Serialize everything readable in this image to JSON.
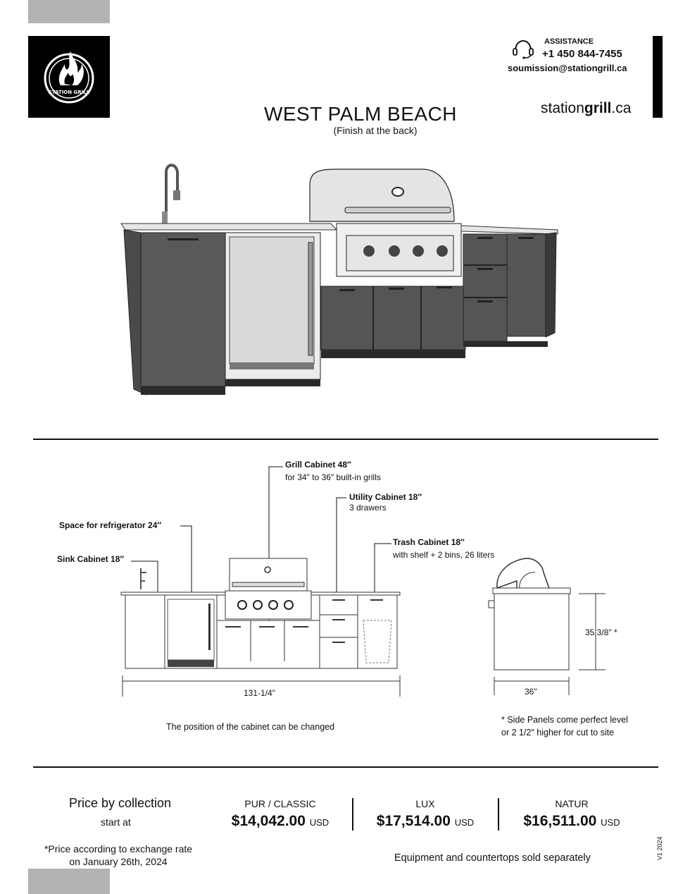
{
  "header": {
    "assistance_label": "ASSISTANCE",
    "phone": "+1 450 844-7455",
    "email": "soumission@stationgrill.ca",
    "brand_prefix": "station",
    "brand_bold": "grill",
    "brand_suffix": ".ca",
    "logo_text": "STATION GRILL"
  },
  "product": {
    "title": "WEST PALM BEACH",
    "subtitle": "(Finish at the back)"
  },
  "diagram": {
    "labels": {
      "grill_title": "Grill Cabinet 48″",
      "grill_sub": "for 34″ to 36″ built-in grills",
      "utility_title": "Utility Cabinet 18″",
      "utility_sub": "3 drawers",
      "fridge_title": "Space for refrigerator 24″",
      "trash_title": "Trash Cabinet 18″",
      "trash_sub": "with shelf + 2 bins, 26 liters",
      "sink_title": "Sink Cabinet  18″"
    },
    "dims": {
      "width": "131-1/4\"",
      "height": "35 3/8″ *",
      "depth": "36\""
    },
    "notes": {
      "position": "The position of the cabinet can be changed",
      "side_line1": "* Side Panels come perfect level",
      "side_line2": "or 2 1/2″ higher for cut to site"
    }
  },
  "pricing": {
    "heading": "Price by collection",
    "start_at": "start at",
    "exchange_line1": "*Price according to exchange rate",
    "exchange_line2": "on January 26th,  2024",
    "collections": [
      {
        "name": "PUR / CLASSIC",
        "price": "$14,042.00",
        "currency": "USD"
      },
      {
        "name": "LUX",
        "price": "$17,514.00",
        "currency": "USD"
      },
      {
        "name": "NATUR",
        "price": "$16,511.00",
        "currency": "USD"
      }
    ],
    "footer": "Equipment and countertops sold separately",
    "version": "V1 2024"
  }
}
